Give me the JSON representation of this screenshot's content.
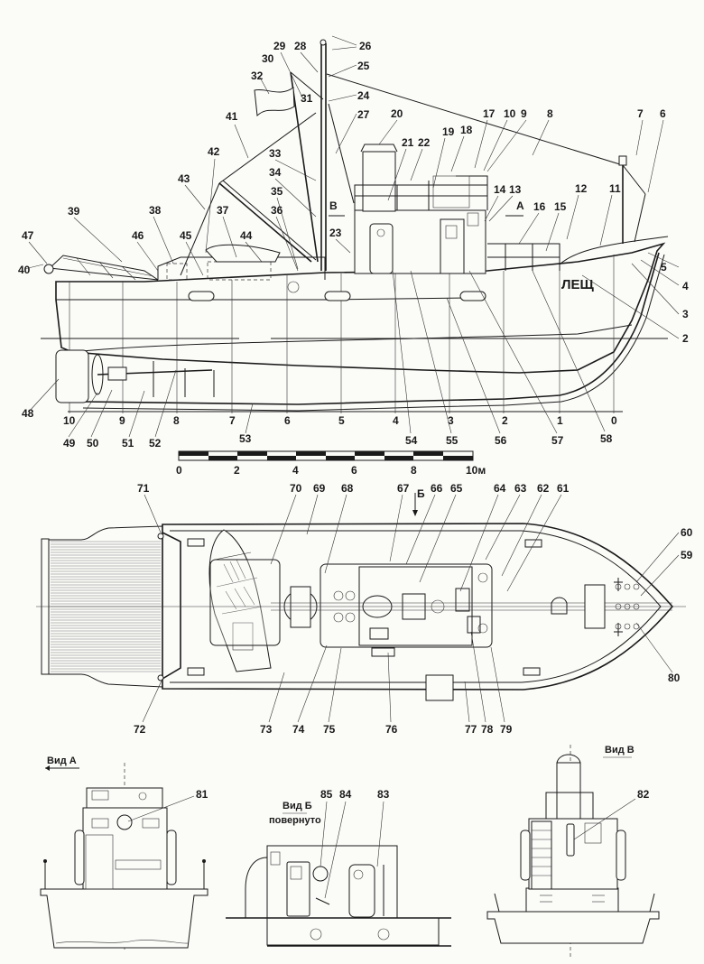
{
  "drawing": {
    "vessel_name": "ЛЕЩ",
    "views": {
      "side": {
        "title": ""
      },
      "view_a": {
        "title": "Вид А"
      },
      "view_b": {
        "title": "Вид Б",
        "subtitle": "повернуто"
      },
      "view_v": {
        "title": "Вид В"
      }
    },
    "section_markers": {
      "a": "А",
      "b": "Б",
      "v": "В"
    },
    "scale_bar": {
      "ticks": [
        "0",
        "2",
        "4",
        "6",
        "8",
        "10м"
      ]
    },
    "frame_stations": [
      "10",
      "9",
      "8",
      "7",
      "6",
      "5",
      "4",
      "3",
      "2",
      "1",
      "0"
    ],
    "callouts": {
      "side_top": [
        "29",
        "28",
        "26",
        "30",
        "25",
        "32",
        "31",
        "24",
        "27",
        "41",
        "20",
        "17",
        "10",
        "9",
        "8",
        "7",
        "6",
        "21",
        "22",
        "19",
        "18",
        "33",
        "42",
        "34",
        "14",
        "13",
        "43",
        "35",
        "12",
        "11",
        "39",
        "38",
        "37",
        "36",
        "16",
        "15",
        "5",
        "47",
        "46",
        "45",
        "44",
        "23",
        "4",
        "40",
        "3",
        "2"
      ],
      "side_bottom": [
        "48",
        "10",
        "9",
        "8",
        "7",
        "6",
        "5",
        "4",
        "3",
        "2",
        "1",
        "0",
        "49",
        "50",
        "51",
        "52",
        "53",
        "54",
        "55",
        "56",
        "57",
        "58"
      ],
      "plan_top": [
        "71",
        "70",
        "69",
        "68",
        "67",
        "66",
        "65",
        "64",
        "63",
        "62",
        "61",
        "60",
        "59"
      ],
      "plan_bottom": [
        "72",
        "73",
        "74",
        "75",
        "76",
        "77",
        "78",
        "79",
        "80"
      ],
      "views": [
        "81",
        "85",
        "84",
        "83",
        "82"
      ]
    }
  }
}
